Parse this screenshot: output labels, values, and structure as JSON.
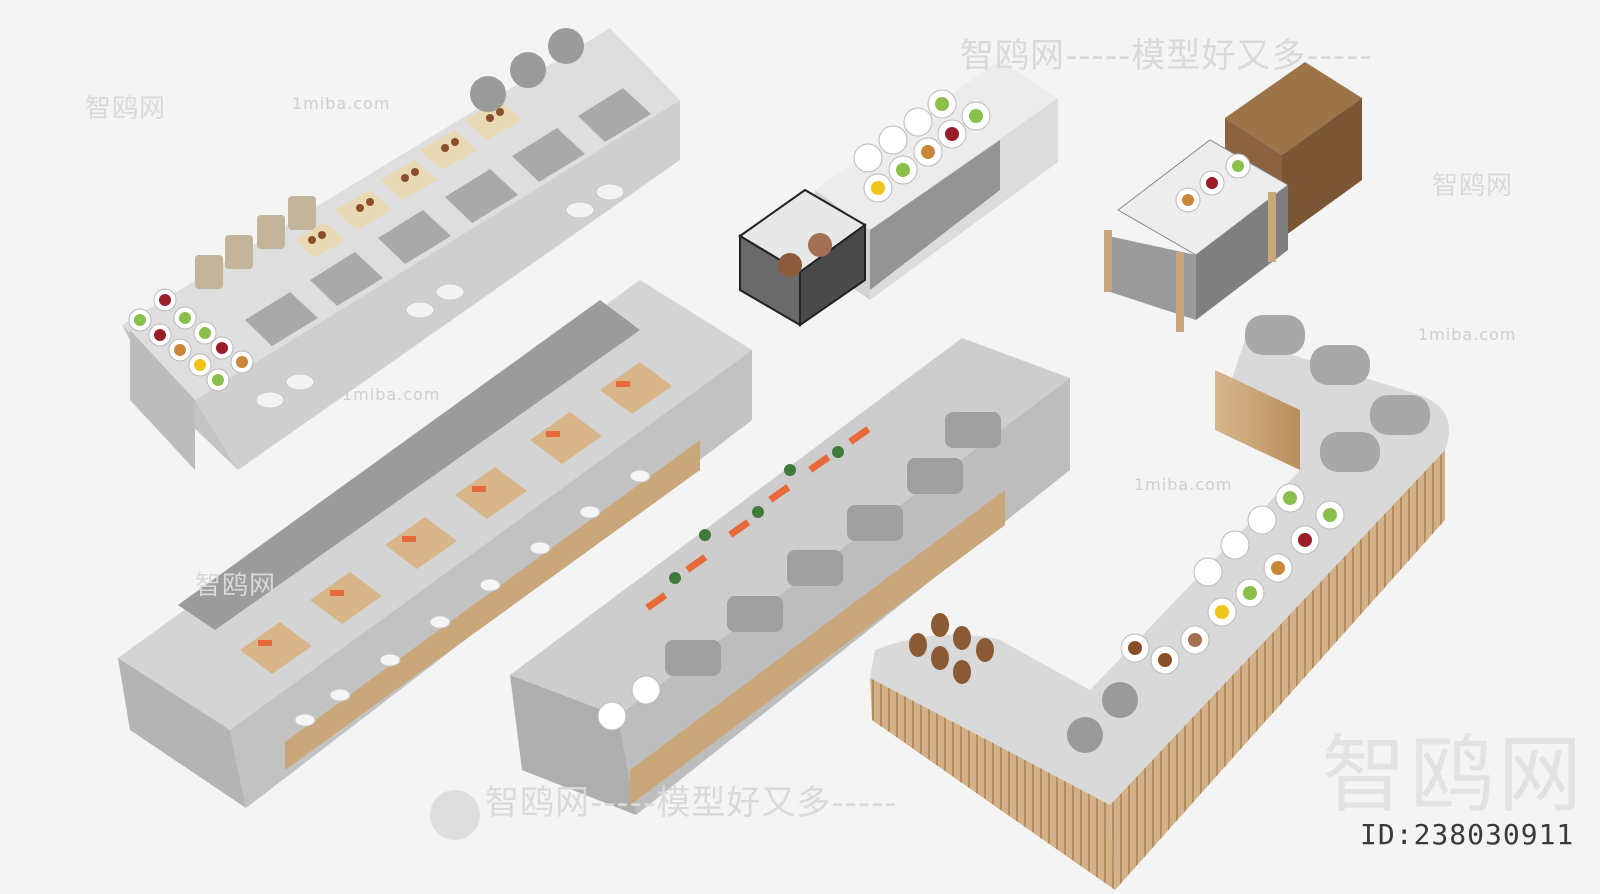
{
  "watermarks": {
    "top_phrase": "智鸥网-----模型好又多-----",
    "bottom_phrase": "智鸥网-----模型好又多-----",
    "brand_short": "智鸥网",
    "site": "1miba.com",
    "big_brand": "智鸥网"
  },
  "id_label": "ID:238030911",
  "colors": {
    "background": "#f4f4f4",
    "counter_top": "#d8d8d8",
    "counter_side": "#bdbdbd",
    "marble": "#ececec",
    "wood": "#c9a77a",
    "dark_wood": "#7a5634",
    "glass": "#2b2b2b"
  }
}
